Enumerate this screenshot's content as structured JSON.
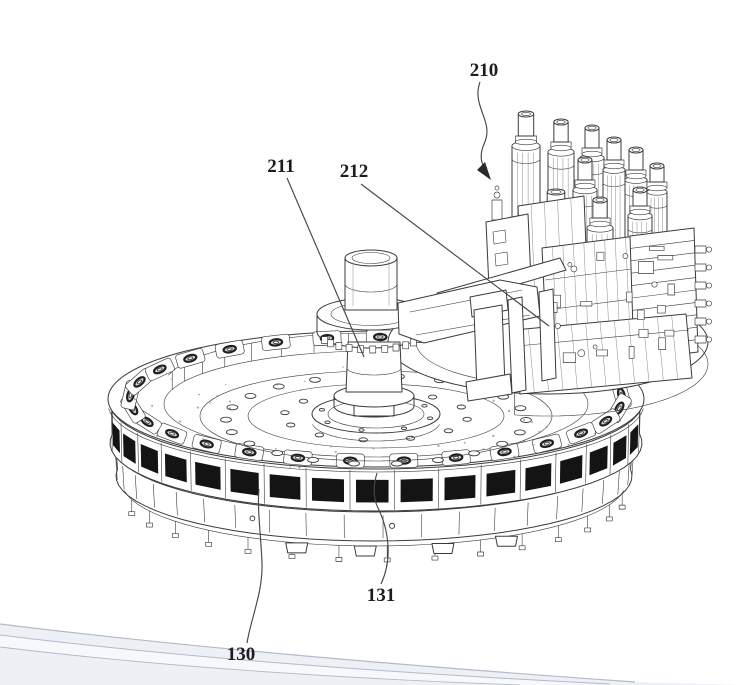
{
  "figure": {
    "kind": "patent-line-drawing",
    "description": "Isometric patent-style drawing of a rotary indexing table (turntable with slotted rim) carrying a central pivot column with a support arm and a multi-cylinder valve manifold assembly, resting near a table edge.",
    "labels": [
      {
        "ref": "210",
        "target": "valve-manifold-assembly",
        "leader": "curved-with-arrowhead"
      },
      {
        "ref": "211",
        "target": "center-column",
        "leader": "straight"
      },
      {
        "ref": "212",
        "target": "manifold-bracket",
        "leader": "straight"
      },
      {
        "ref": "131",
        "target": "rim-slot",
        "leader": "curved"
      },
      {
        "ref": "130",
        "target": "rotary-disc-lower-ring",
        "leader": "curved"
      }
    ],
    "colors": {
      "ink": "#3b3b3b",
      "label_ink": "#1c1c1c",
      "slot_fill": "#141414",
      "paper": "#ffffff",
      "table_edge_stroke": "#b3bac9",
      "table_edge_fill": "#edf0f5",
      "table_edge_highlight": "#f6f8fb"
    }
  }
}
